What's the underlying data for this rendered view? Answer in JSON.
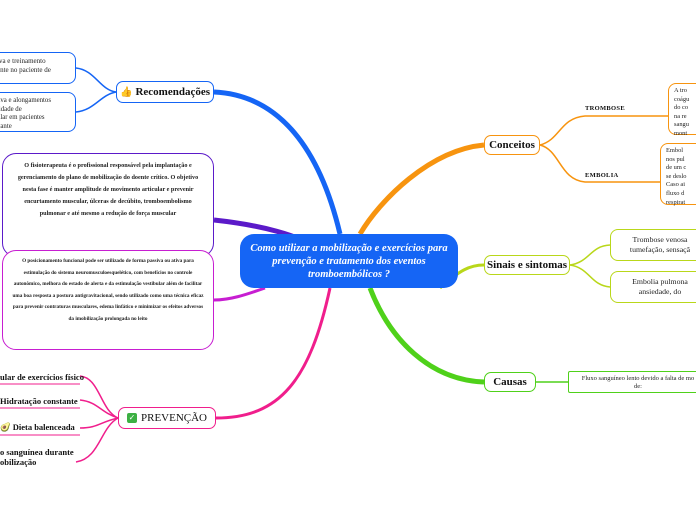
{
  "central": "Como utilizar a mobilização e exercícios para prevenção e tratamento dos eventos tromboembólicos ?",
  "recomendacoes": {
    "icon": "thumbs-up-icon",
    "label": "Recomendações",
    "items": [
      "iva e treinamento\nente no paciente de",
      "uva e alongamentos\nlidade de\nular em pacientes\nvante"
    ]
  },
  "fisioterapeuta_text": "O fisioterapeuta é o profissional responsável pela implantação e gerenciamento do plano de mobilização do doente crítico. O objetivo nesta fase é manter amplitude de movimento articular e prevenir encurtamento muscular, úlceras de decúbito, tromboembolismo pulmonar e até mesmo a redução de força muscular",
  "posicionamento_text": "O posicionamento funcional pode ser utilizado de forma passiva ou ativa para estimulação do sistema neuromusculoesquelético, com benefícios no controle autonômico, melhora do estado de alerta e da estimulação vestibular além de facilitar uma boa resposta a postura antigravitacional, sendo utilizado como uma técnica eficaz para prevenir contraturas musculares, edema linfático e minimizar os efeitos adversos da imobilização prolongada no leito",
  "prevencao": {
    "icon": "check-mark-icon",
    "label": "PREVENÇÃO",
    "items": [
      "ular de exercícios físico",
      "Hidratação constante",
      "Dieta balenceada",
      "o sanguínea durante\nobilização"
    ],
    "dieta_icon": "avocado-icon"
  },
  "conceitos": {
    "label": "Conceitos",
    "trombose_label": "TROMBOSE",
    "embolia_label": "EMBOLIA",
    "trombose_text": "A tro\ncoágu\ndo co\nna re\nsangu\nmont",
    "embolia_text": "Embol\nnos pul\nde um c\nse deslo\nCaso ai\nfluxo d\nrespirat"
  },
  "sinais": {
    "label": "Sinais e sintomas",
    "items": [
      "Trombose venosa\ntumefação, sensaçã",
      "Embolia pulmona\nansiedade, do"
    ]
  },
  "causas": {
    "label": "Causas",
    "text": "Fluxo sanguíneo lento devido a falta de mo\nde:"
  },
  "colors": {
    "central": "#1565f5",
    "recomendacoes": "#1565f5",
    "fisioterapeuta": "#5b1ac9",
    "posicionamento": "#c71ed1",
    "prevencao": "#f01e8c",
    "conceitos": "#f7940f",
    "sinais": "#b9d71a",
    "causas": "#4fd11a"
  }
}
